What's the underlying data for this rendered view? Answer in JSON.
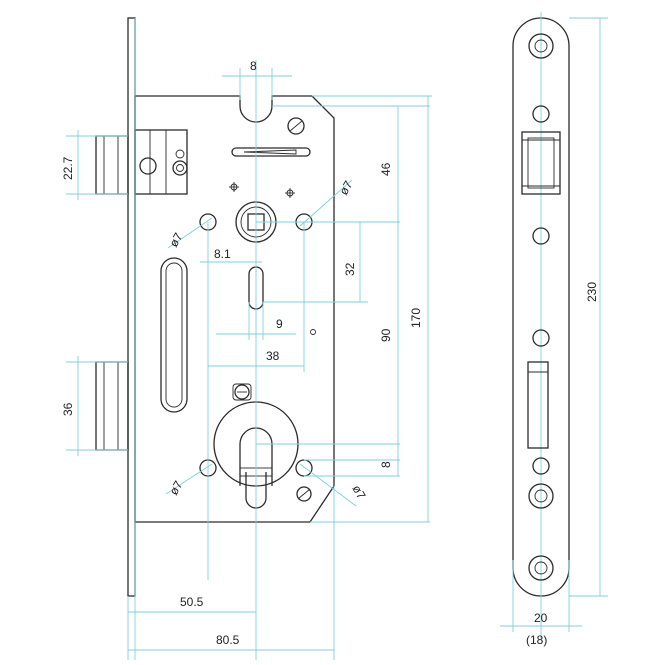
{
  "dimensions": {
    "backset_handle_width": "8",
    "handle_slot_top_height": "22.7",
    "hole_dia_top_left": "ø7",
    "hole_dia_top_right": "ø7",
    "dist_46": "46",
    "dist_8_1": "8.1",
    "slot_32": "32",
    "slot_width_9": "9",
    "width_38": "38",
    "dist_90": "90",
    "dist_170": "170",
    "latch_36": "36",
    "bottom_8": "8",
    "hole_dia_bottom_left": "ø7",
    "hole_dia_bottom_right": "ø7",
    "backset_50_5": "50.5",
    "total_80_5": "80.5",
    "faceplate_230": "230",
    "faceplate_20": "20",
    "faceplate_18": "(18)"
  },
  "colors": {
    "outline": "#2b2b2b",
    "dimension_line": "#7fd0dc"
  }
}
